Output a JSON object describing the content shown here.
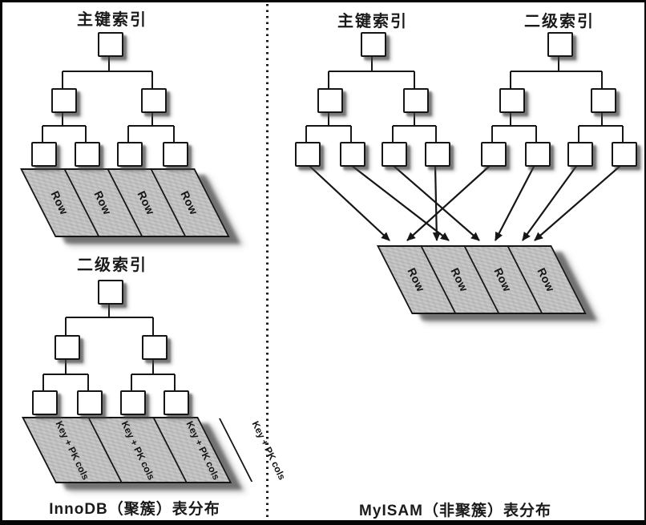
{
  "left_panel": {
    "primary_index": {
      "title": "主键索引"
    },
    "secondary_index": {
      "title": "二级索引"
    },
    "table": {
      "row_label": "Row",
      "secondary_leaf_label": "Key + PK cols"
    },
    "caption": "InnoDB（聚簇）表分布"
  },
  "right_panel": {
    "primary_index": {
      "title": "主键索引"
    },
    "secondary_index": {
      "title": "二级索引"
    },
    "table": {
      "row_label": "Row"
    },
    "caption": "MyISAM（非聚簇）表分布"
  },
  "colors": {
    "ink": "#1a1a1a",
    "table_fill": "#c6c6c6",
    "page_background": "#ffffff",
    "frame": "#050505"
  }
}
